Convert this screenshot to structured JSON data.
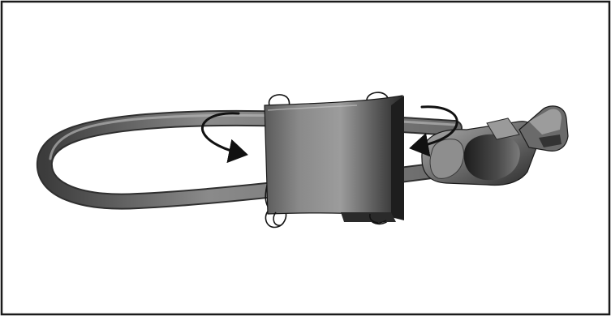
{
  "illustration": {
    "subject": "cable-loop-with-wrap-band",
    "colors": {
      "border": "#1a1a1a",
      "background": "#ffffff",
      "cable_light": "#8c8c8c",
      "cable_dark": "#3a3a3a",
      "band_light": "#9a9a9a",
      "band_dark": "#2e2e2e",
      "connector_light": "#a0a0a0",
      "connector_dark": "#1e1e1e",
      "arrow": "#111111"
    },
    "icons": [
      "rotate-arrow-left",
      "rotate-arrow-right"
    ]
  }
}
